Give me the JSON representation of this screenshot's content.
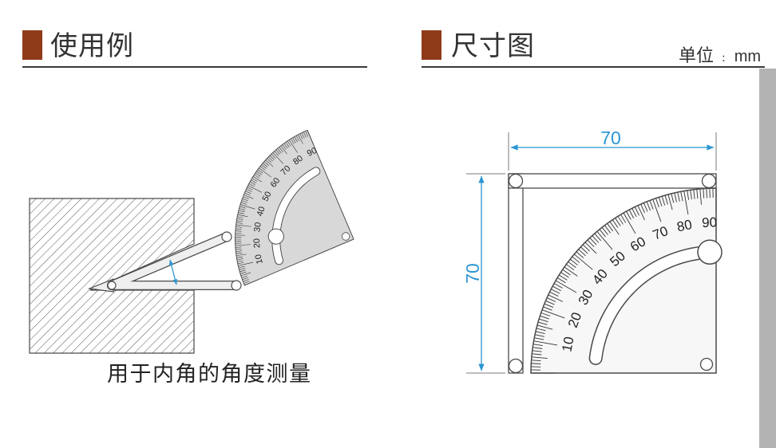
{
  "usage": {
    "title": "使用例",
    "caption": "用于内角的角度测量"
  },
  "dimensions": {
    "title": "尺寸图",
    "unit_label": "单位",
    "unit_separator": ":",
    "unit_value": "mm",
    "width_label": "70",
    "height_label": "70"
  },
  "protractor": {
    "scale_labels": [
      "10",
      "20",
      "30",
      "40",
      "50",
      "60",
      "70",
      "80",
      "90"
    ]
  },
  "icons": {
    "lock_knob": "knob-icon",
    "pivot": "screw-icon"
  },
  "colors": {
    "accent": "#8f3a18",
    "dimension": "#2b96d3",
    "scrollbar": "#b3b3b3"
  }
}
